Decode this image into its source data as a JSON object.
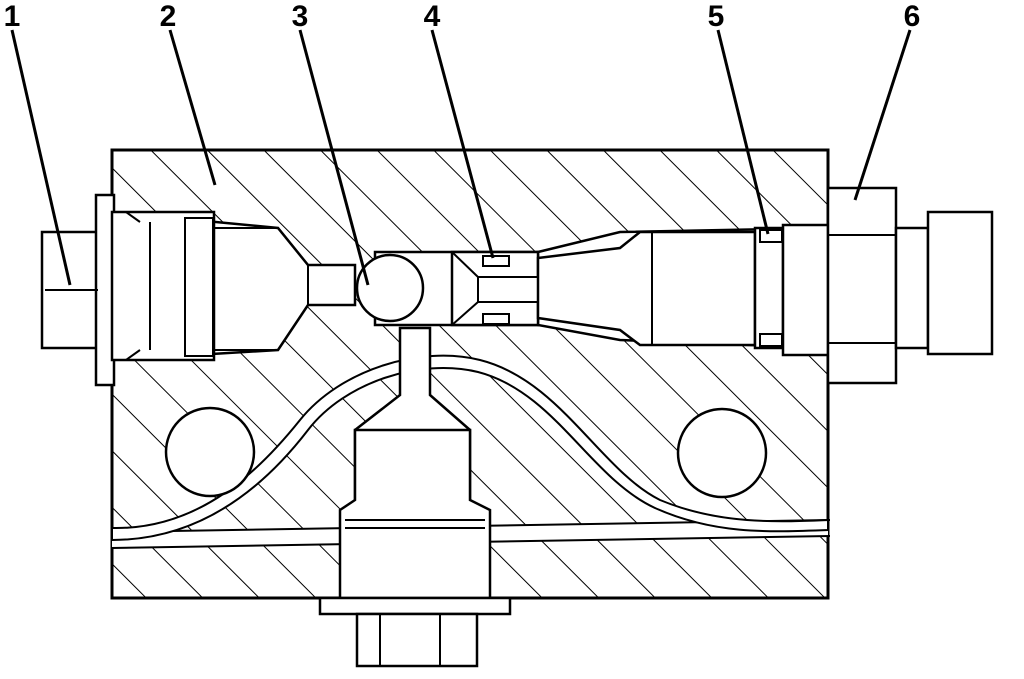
{
  "diagram": {
    "callouts": [
      {
        "id": "1",
        "label": "1"
      },
      {
        "id": "2",
        "label": "2"
      },
      {
        "id": "3",
        "label": "3"
      },
      {
        "id": "4",
        "label": "4"
      },
      {
        "id": "5",
        "label": "5"
      },
      {
        "id": "6",
        "label": "6"
      }
    ],
    "colors": {
      "ink": "#000000",
      "paper": "#ffffff"
    }
  }
}
